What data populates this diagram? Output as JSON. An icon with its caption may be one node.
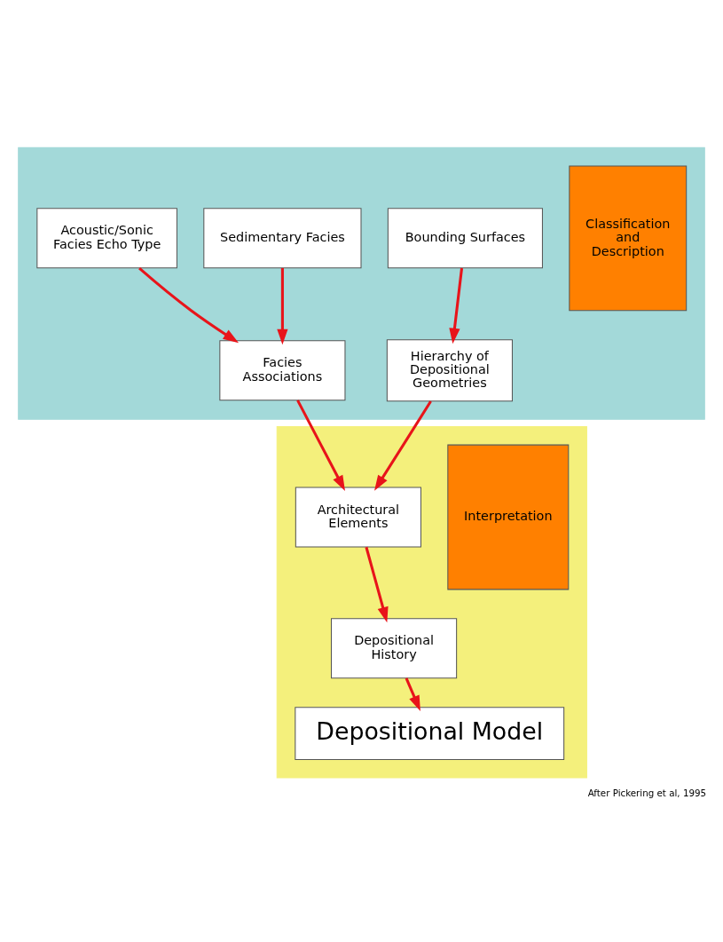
{
  "diagram": {
    "caption": "After Pickering et al, 1995",
    "nodes": [
      {
        "text": [],
        "shape": "box"
      },
      {
        "text": [
          "Classification and Description"
        ],
        "in": 0
      },
      {
        "text": [
          "Bounding Surfaces"
        ],
        "in": 0
      },
      {
        "text": [
          "Sedimentary Facies"
        ],
        "in": 0
      },
      {
        "text": [
          "Acoustic/Sonic Facies Echo Type"
        ],
        "in": 0
      },
      {
        "text": [
          "Hierarchy of Depositional Geometries"
        ],
        "in": 0
      },
      {
        "text": [
          "Facies Associations"
        ],
        "in": 0
      },
      {
        "text": [],
        "shape": "box"
      },
      {
        "text": [
          "Interpretation"
        ],
        "in": 7
      },
      {
        "text": [
          "Architectural Elements"
        ],
        "in": 7
      },
      {
        "text": [
          "Depositional History"
        ],
        "in": 7
      },
      {
        "text": [
          "Depositional Model"
        ],
        "in": 7
      }
    ],
    "edges": [
      {
        "from": 2,
        "to": 5,
        "arrow": "to"
      },
      {
        "from": 3,
        "to": 6,
        "arrow": "to"
      },
      {
        "from": 4,
        "to": 6,
        "arrow": "to"
      },
      {
        "from": 5,
        "to": 9,
        "arrow": "to"
      },
      {
        "from": 6,
        "to": 9,
        "arrow": "to"
      },
      {
        "from": 9,
        "to": 10,
        "arrow": "to"
      },
      {
        "from": 10,
        "to": 11,
        "arrow": "to"
      }
    ]
  }
}
